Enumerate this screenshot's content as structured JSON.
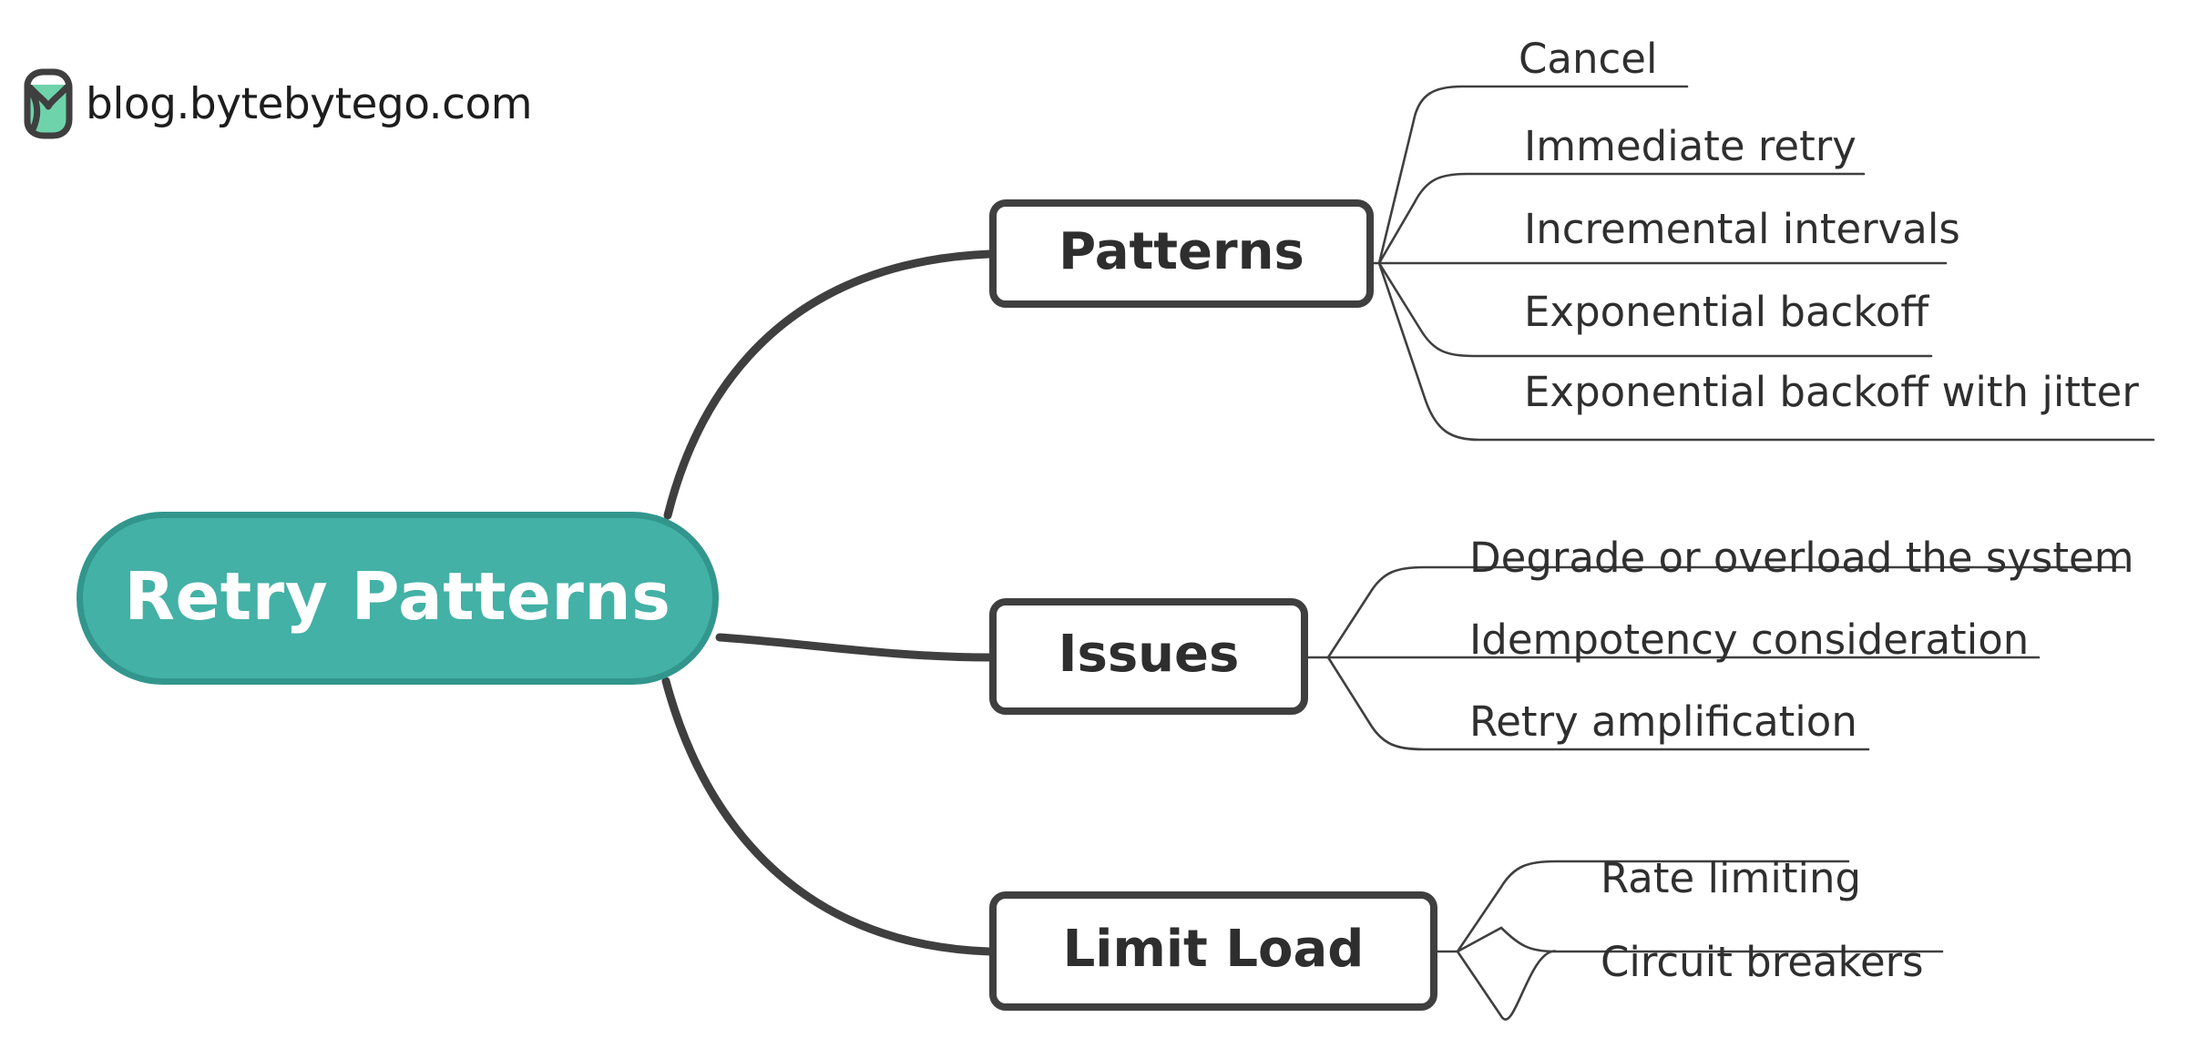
{
  "brand": {
    "text": "blog.bytebytego.com",
    "logo_icon": "bytebytego-logo-icon",
    "logo_fill": "#6ed3ab",
    "logo_stroke": "#3f3f3f"
  },
  "colors": {
    "root_fill": "#43b1a6",
    "root_border": "#32968d",
    "root_text": "#ffffff",
    "node_border": "#3f3f3f",
    "node_fill": "#ffffff",
    "node_text": "#2e2e2e",
    "leaf_text": "#2f2f2f",
    "connector": "#3f3f3f",
    "background": "#ffffff"
  },
  "mindmap": {
    "type": "mindmap",
    "root": {
      "label": "Retry Patterns"
    },
    "branches": [
      {
        "label": "Patterns",
        "leaves": [
          {
            "label": "Cancel"
          },
          {
            "label": "Immediate retry"
          },
          {
            "label": "Incremental intervals"
          },
          {
            "label": "Exponential backoff"
          },
          {
            "label": "Exponential backoff with jitter"
          }
        ]
      },
      {
        "label": "Issues",
        "leaves": [
          {
            "label": "Degrade or overload the system"
          },
          {
            "label": "Idempotency consideration"
          },
          {
            "label": "Retry amplification"
          }
        ]
      },
      {
        "label": "Limit Load",
        "leaves": [
          {
            "label": "Rate limiting"
          },
          {
            "label": "Circuit breakers"
          }
        ]
      }
    ]
  }
}
